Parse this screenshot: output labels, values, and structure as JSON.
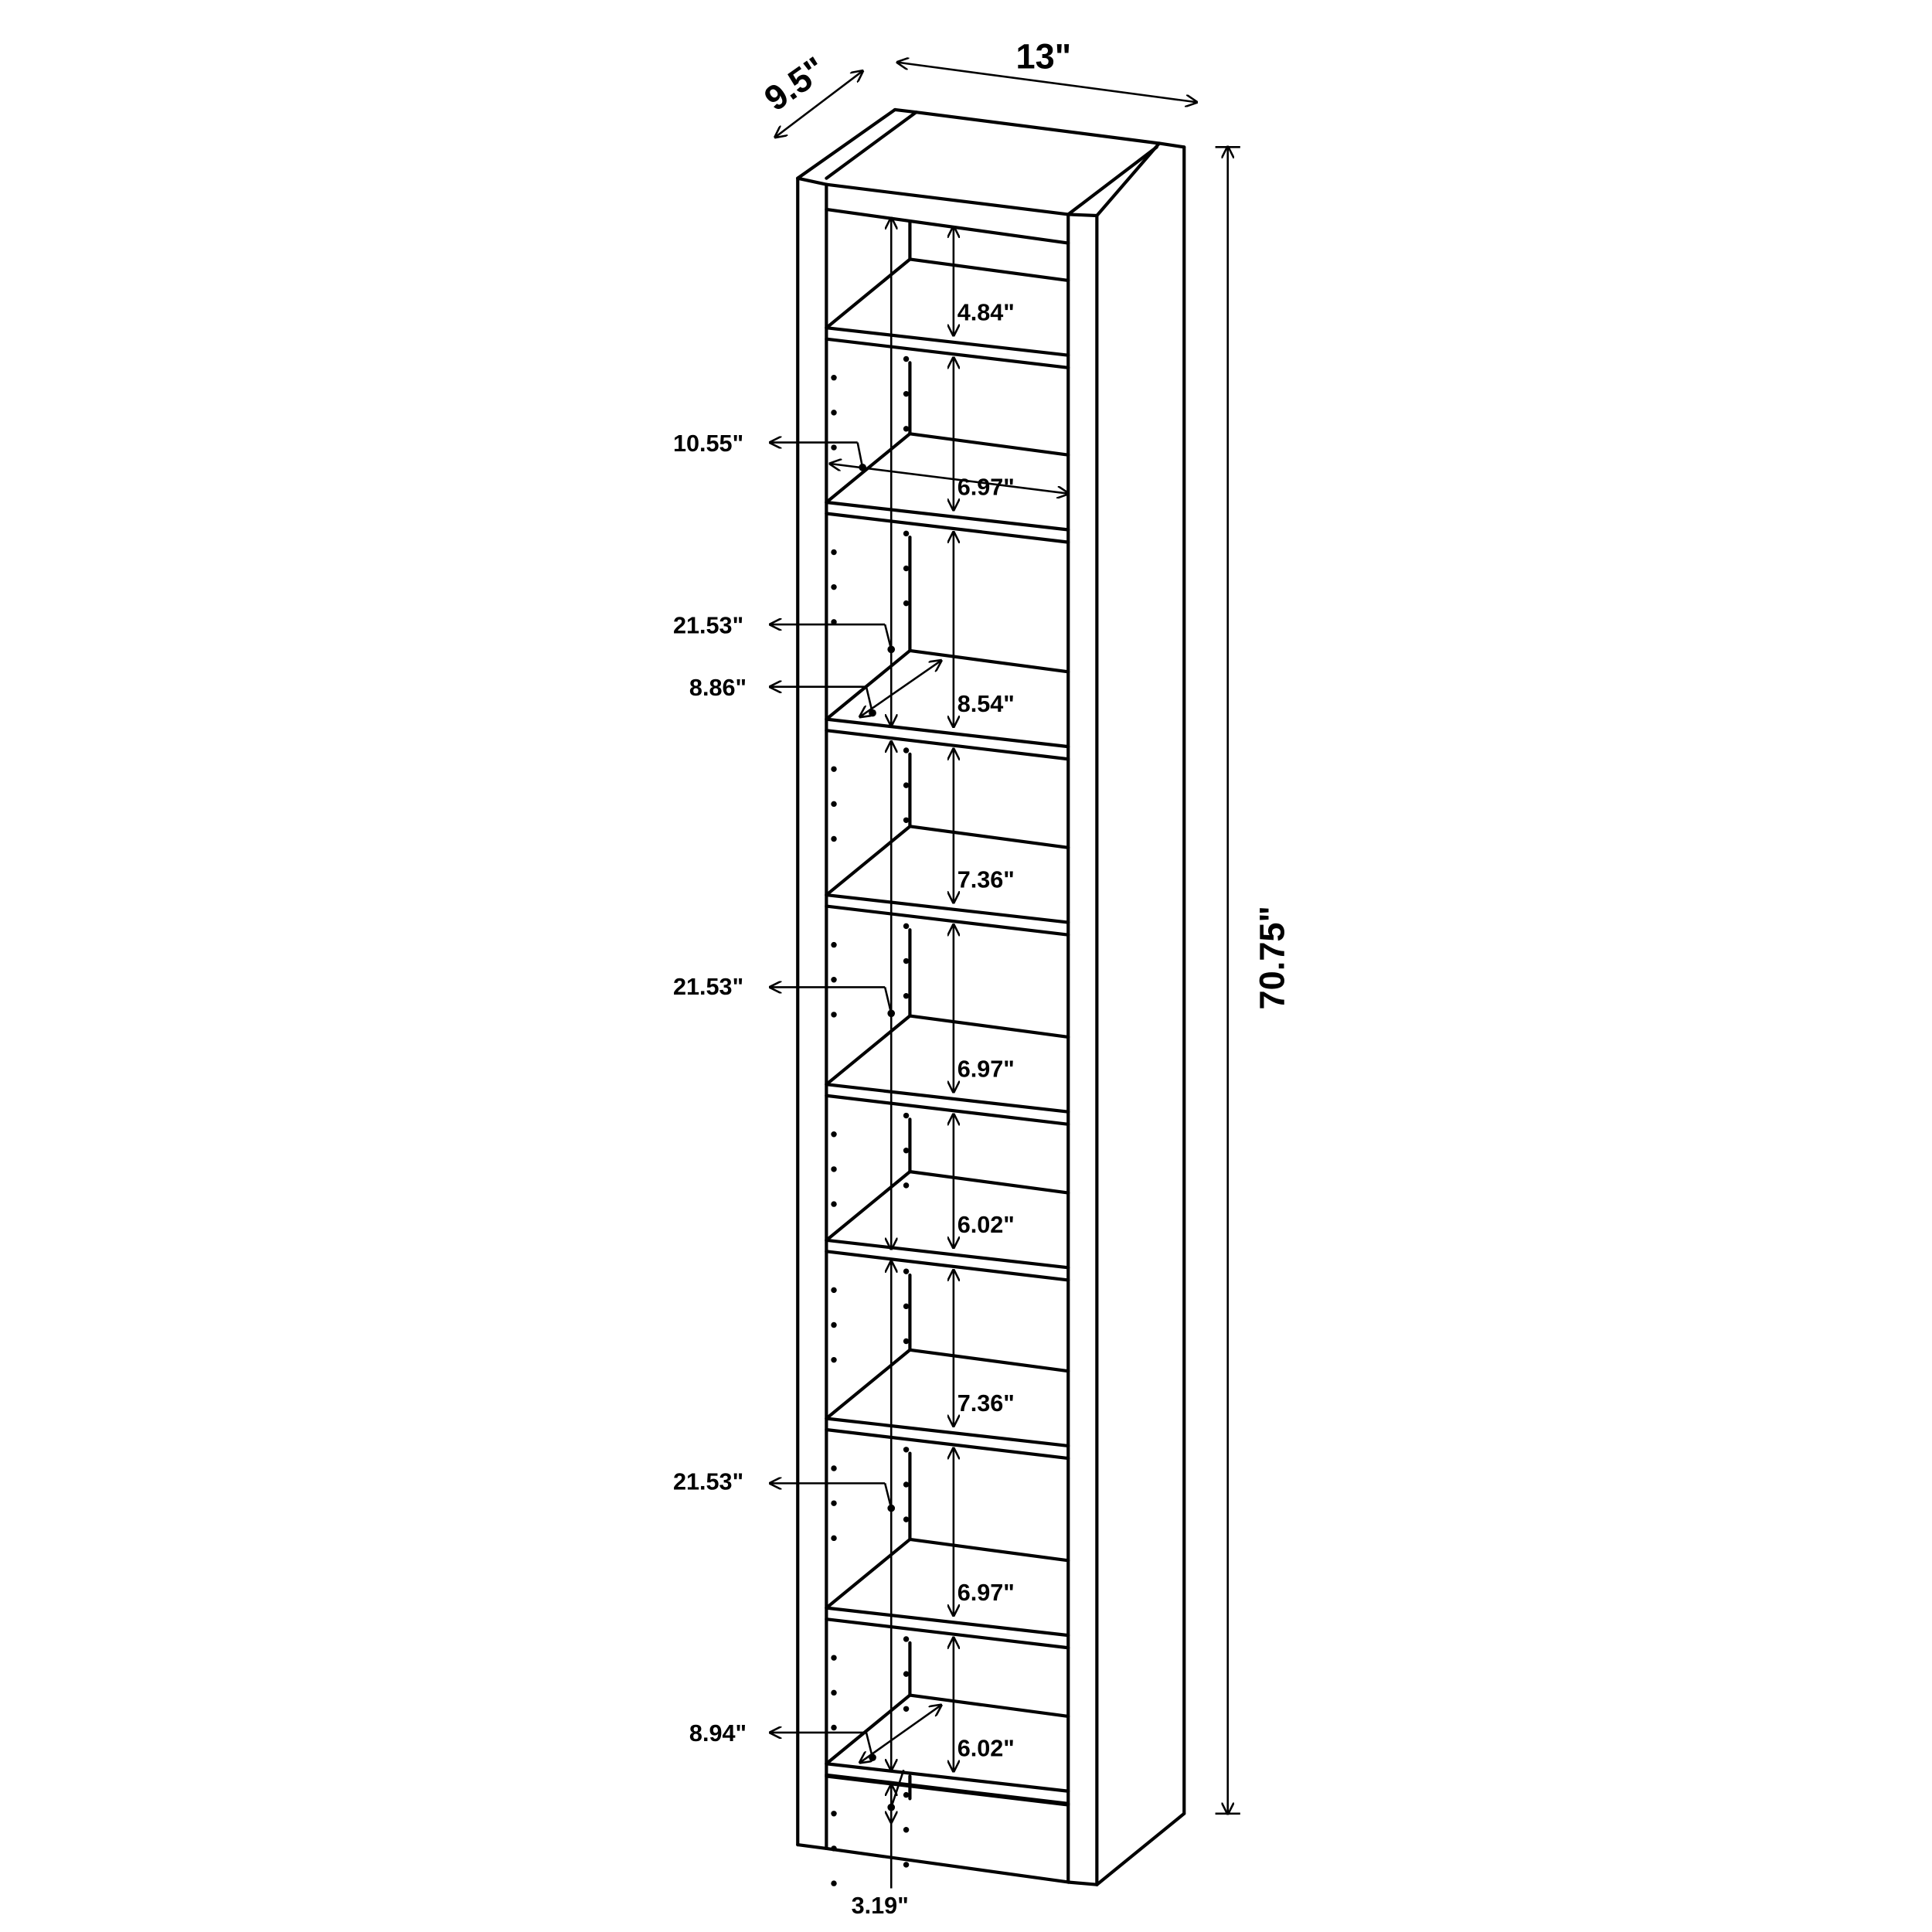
{
  "overall": {
    "width": "13\"",
    "depth": "9.5\"",
    "height": "70.75\""
  },
  "shelf_gaps": [
    "4.84\"",
    "6.97\"",
    "8.54\"",
    "7.36\"",
    "6.97\"",
    "6.02\"",
    "7.36\"",
    "6.97\"",
    "6.02\""
  ],
  "callouts": {
    "inner_width": "10.55\"",
    "section_top": "21.53\"",
    "shelf_depth_top": "8.86\"",
    "section_middle": "21.53\"",
    "section_bottom": "21.53\"",
    "shelf_depth_bottom": "8.94\"",
    "base_height": "3.19\""
  }
}
